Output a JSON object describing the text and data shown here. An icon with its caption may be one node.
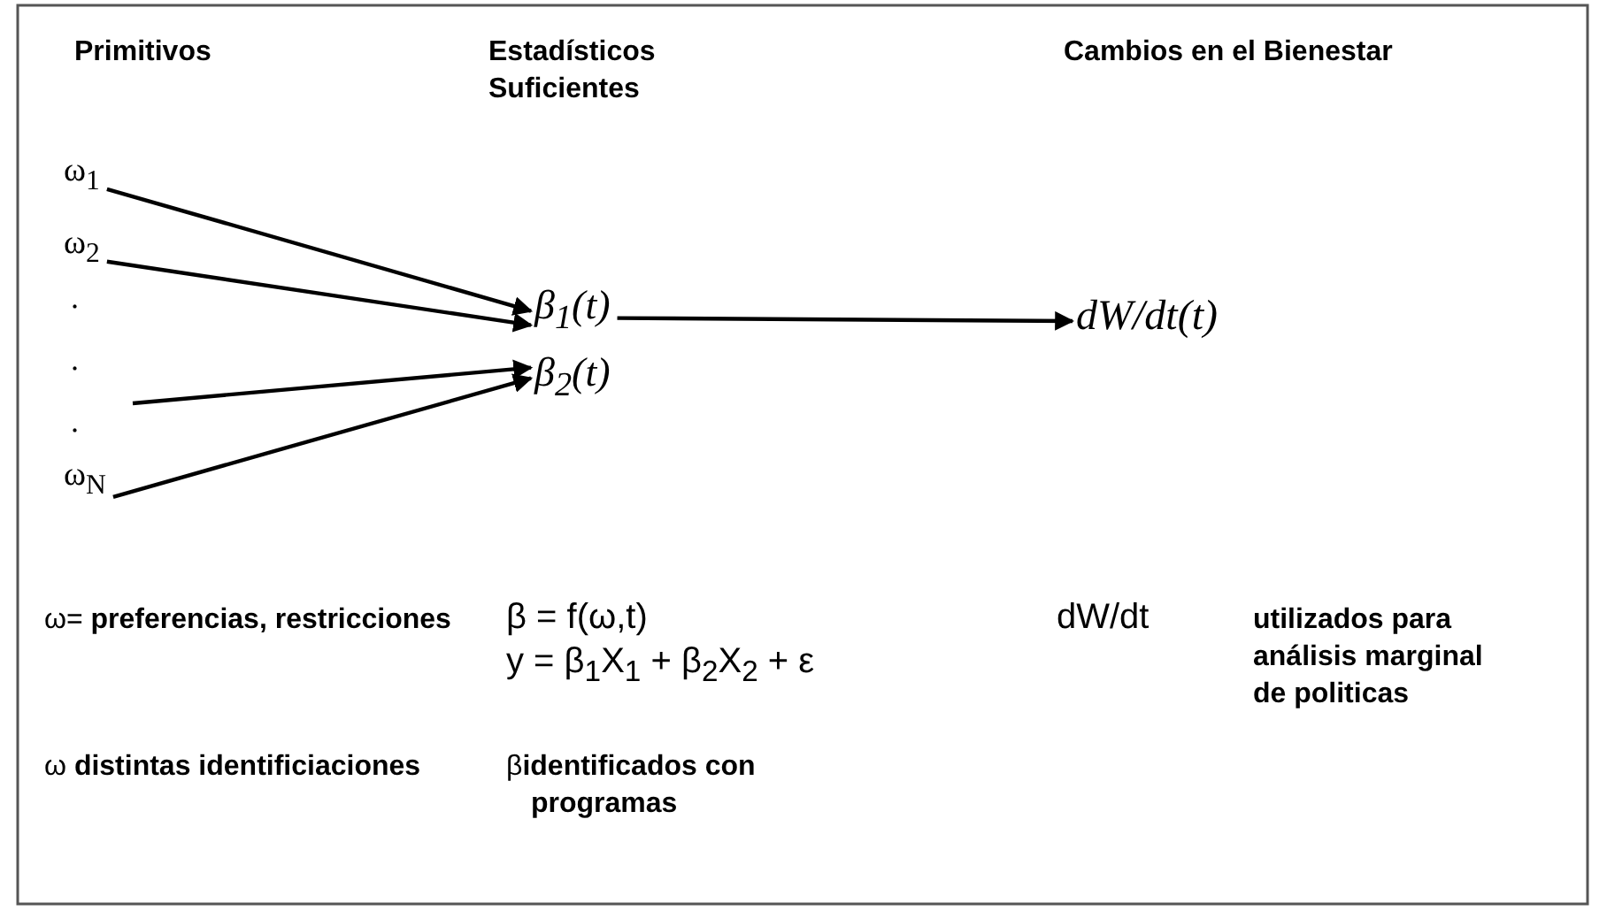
{
  "diagram": {
    "nodes": [
      {
        "text": [
          "ω$_{1}$"
        ]
      },
      {
        "text": [
          "ω$_{2}$"
        ]
      },
      {
        "text": [
          "ω$_{N}$"
        ]
      },
      {
        "text": [
          "β$_{1}$(t)"
        ]
      },
      {
        "text": [
          "β$_{2}$(t)"
        ]
      },
      {
        "text": [
          "dW/dt(t)"
        ]
      }
    ],
    "edges": [
      {
        "from": 0,
        "to": 3,
        "arrow": "to"
      },
      {
        "from": 1,
        "to": 3,
        "arrow": "to"
      },
      {
        "from": null,
        "to": 4,
        "arrow": "to"
      },
      {
        "from": 2,
        "to": 4,
        "arrow": "to"
      },
      {
        "from": 3,
        "to": 5,
        "arrow": "to"
      }
    ],
    "labels": [
      "Primitivos",
      "Estadísticos Suficientes",
      "Cambios en el Bienestar",
      ".",
      ".",
      ".",
      "ω= **preferencias, restricciones**",
      "β = f(ω,t)",
      "dW/dt",
      "utilizados para análisis marginal de politicas",
      "y = β$_{1}$X$_{1}$ + β$_{2}$X$_{2}$ + ε",
      "ω **distintas identificiaciones**",
      "β**identificados con programas**"
    ]
  }
}
